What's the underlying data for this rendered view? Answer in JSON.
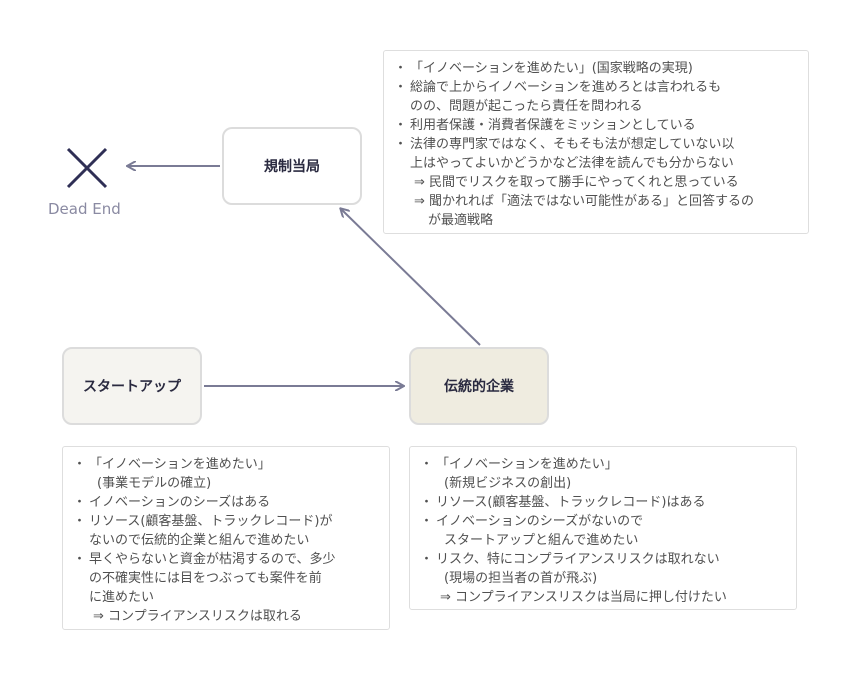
{
  "nodes": {
    "regulator": "規制当局",
    "startup": "スタートアップ",
    "traditional": "伝統的企業",
    "dead_end": "Dead End"
  },
  "colors": {
    "arrow": "#7a7b95",
    "x_mark": "#2f2f55",
    "traditional_fill": "#efece0",
    "startup_fill": "#f5f4f0"
  },
  "icons": {
    "dead_end": "x-mark-icon"
  },
  "regulator_note": [
    "「イノベーションを進めたい」(国家戦略の実現)",
    "総論で上からイノベーションを進めろとは言われるも",
    "のの、問題が起こったら責任を問われる",
    "利用者保護・消費者保護をミッションとしている",
    "法律の専門家ではなく、そもそも法が想定していない以",
    "上はやってよいかどうかなど法律を読んでも分からない",
    "⇒ 民間でリスクを取って勝手にやってくれと思っている",
    "⇒ 聞かれれば「適法ではない可能性がある」と回答するの",
    "が最適戦略"
  ],
  "startup_note": [
    "「イノベーションを進めたい」",
    "(事業モデルの確立)",
    "イノベーションのシーズはある",
    "リソース(顧客基盤、トラックレコード)が",
    "ないので伝統的企業と組んで進めたい",
    "早くやらないと資金が枯渇するので、多少",
    "の不確実性には目をつぶっても案件を前",
    "に進めたい",
    "⇒ コンプライアンスリスクは取れる"
  ],
  "traditional_note": [
    "「イノベーションを進めたい」",
    "(新規ビジネスの創出)",
    "リソース(顧客基盤、トラックレコード)はある",
    "イノベーションのシーズがないので",
    "スタートアップと組んで進めたい",
    "リスク、特にコンプライアンスリスクは取れない",
    "(現場の担当者の首が飛ぶ)",
    "⇒ コンプライアンスリスクは当局に押し付けたい"
  ]
}
